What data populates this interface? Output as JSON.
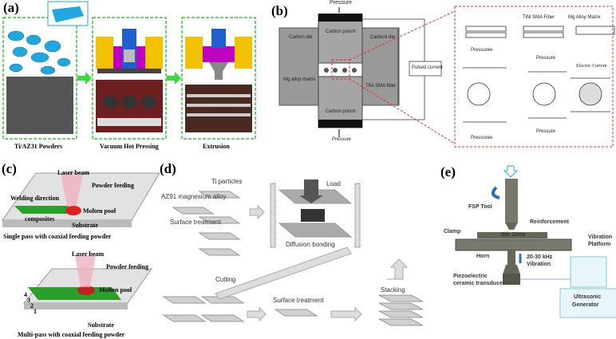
{
  "panels": {
    "a": {
      "label": "(a)",
      "steps": [
        "Ti/AZ31 Powders",
        "Vacuum Hot Pressing",
        "Extrusion"
      ]
    },
    "b": {
      "label": "(b)",
      "pressure_top": "Pressure",
      "pressure_bottom": "Pressure",
      "carbon_die_left": "Carbon die",
      "carbon_die_right": "Carbont die",
      "carbon_punch_top": "Carbon punch",
      "carbon_punch_bottom": "Carbon punch",
      "mg_matrix": "Mg alloy matrix",
      "tini_fiber": "TiNi SMA fiber",
      "pulsed_current": "Pulsed current",
      "detail": {
        "tini_fiber": "TiNi SMA Fiber",
        "mg_matrix": "Mg Alloy Matrix",
        "pressure_1_top": "Pressuree",
        "pressure_1_bottom": "Pressuree",
        "pressure_2_top": "Pressure",
        "pressure_2_bottom": "Pressure",
        "electric_current": "Electric Current"
      }
    },
    "c": {
      "label": "(c)",
      "laser_beam_1": "Laser beam",
      "powder_feeding_1": "Powder feeding",
      "welding_direction": "Welding direction",
      "molten_pool_1": "Molten pool",
      "composites": "composites",
      "substrate_1": "Substrate",
      "caption_1": "Single pass with coaxial feeding powder",
      "laser_beam_2": "Laser beam",
      "powder_feeding_2": "Powder feeding",
      "molten_pool_2": "Molten pool",
      "layers": [
        "4",
        "3",
        "2",
        "1"
      ],
      "substrate_2": "Substrate",
      "caption_2": "Multi-pass with coaxial feeding powder"
    },
    "d": {
      "label": "(d)",
      "ti_particles": "Ti particles",
      "az91": "AZ91 magnesium alloy",
      "surface_treatment_1": "Surface treatment",
      "load": "Load",
      "diffusion_bonding": "Diffusion bonding",
      "cutting": "Cutting",
      "surface_treatment_2": "Surface treatment",
      "stacking": "Stacking"
    },
    "e": {
      "label": "(e)",
      "fsp_tool": "FSP Tool",
      "reinforcement": "Reinforcement",
      "clamp": "Clamp",
      "stir_zone": "Stir Zone",
      "vibration_platform_1": "Vibration",
      "vibration_platform_2": "Platform",
      "horn": "Horn",
      "freq_1": "20-30 kHz",
      "freq_2": "Vibration",
      "transducer_1": "Piezoelectric",
      "transducer_2": "ceramic transducer",
      "generator_1": "Ultrasonic",
      "generator_2": "Generator"
    }
  },
  "colors": {
    "green_dash": "#33cc33",
    "red_dash": "#e03030",
    "blue": "#2aa7e0",
    "yellow": "#f2c200",
    "magenta": "#c000c0"
  }
}
